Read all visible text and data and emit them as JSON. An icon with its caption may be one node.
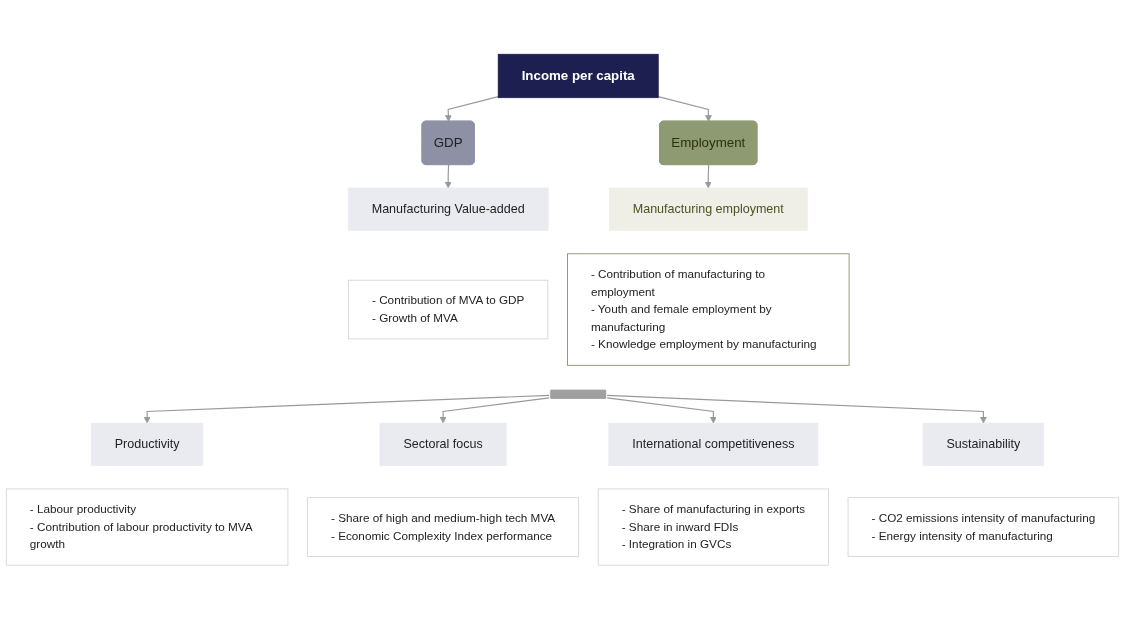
{
  "diagram": {
    "nodes": [
      {
        "text": [
          "Income per capita"
        ]
      },
      {
        "text": [
          "GDP"
        ]
      },
      {
        "text": [
          "Employment"
        ]
      },
      {
        "text": [
          "Manufacturing Value-added"
        ]
      },
      {
        "text": [
          "- Contribution of MVA to GDP",
          "- Growth of MVA"
        ]
      },
      {
        "text": [
          "Manufacturing employment"
        ]
      },
      {
        "text": [
          "- Contribution of manufacturing to employment",
          "- Youth and female employment by manufacturing",
          "- Knowledge employment by manufacturing"
        ]
      },
      {
        "text": [],
        "shape": "bar"
      },
      {
        "text": [
          "Productivity"
        ]
      },
      {
        "text": [
          "- Labour productivity",
          "- Contribution of labour productivity to MVA growth"
        ]
      },
      {
        "text": [
          "Sectoral focus"
        ]
      },
      {
        "text": [
          "- Share of high and medium-high tech MVA",
          "- Economic Complexity Index performance"
        ]
      },
      {
        "text": [
          "International competitiveness"
        ]
      },
      {
        "text": [
          "- Share of manufacturing in exports",
          "- Share in inward FDIs",
          "- Integration in GVCs"
        ]
      },
      {
        "text": [
          "Sustainability"
        ]
      },
      {
        "text": [
          "- CO2 emissions intensity of manufacturing",
          "- Energy intensity of manufacturing"
        ]
      }
    ],
    "edges": [
      {
        "from": 0,
        "to": 1,
        "arrow": "to"
      },
      {
        "from": 0,
        "to": 2,
        "arrow": "to"
      },
      {
        "from": 1,
        "to": 3,
        "arrow": "to"
      },
      {
        "from": 2,
        "to": 5,
        "arrow": "to"
      },
      {
        "from": 7,
        "to": 8,
        "arrow": "to"
      },
      {
        "from": 7,
        "to": 10,
        "arrow": "to"
      },
      {
        "from": 7,
        "to": 12,
        "arrow": "to"
      },
      {
        "from": 7,
        "to": 14,
        "arrow": "to"
      }
    ]
  }
}
